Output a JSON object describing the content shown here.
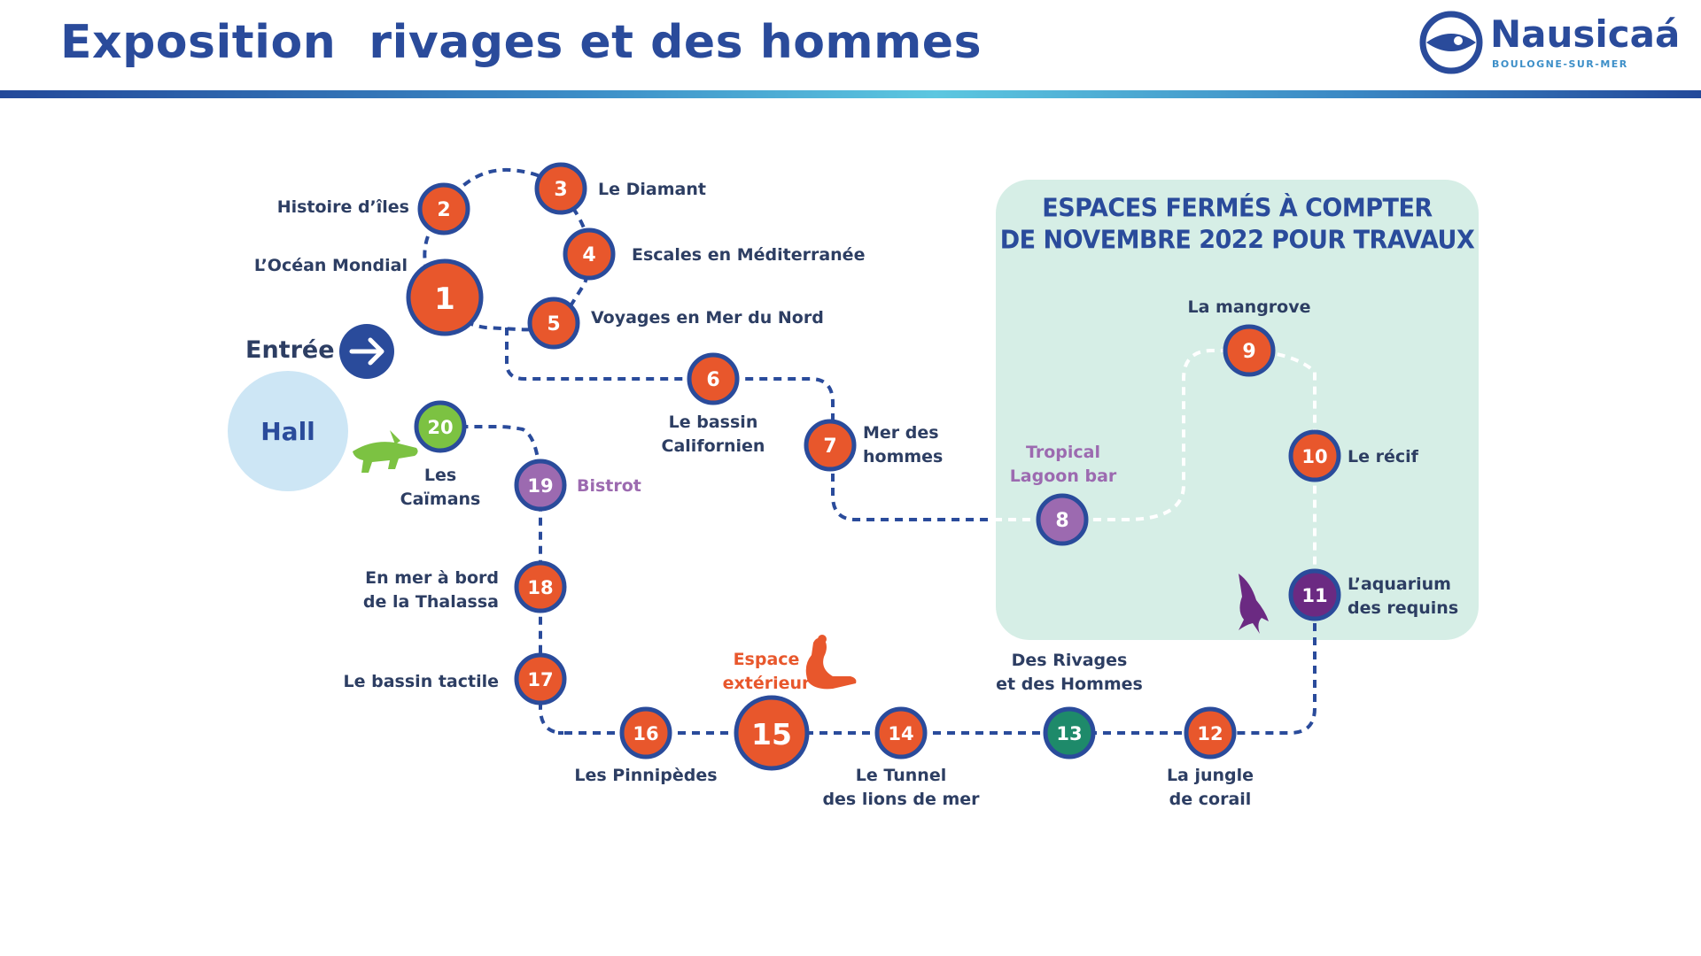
{
  "header": {
    "title": "Exposition  rivages et des hommes",
    "logo_text": "Nausicaá",
    "logo_subtext": "BOULOGNE-SUR-MER"
  },
  "closed_zone": {
    "title_line1": "ESPACES FERMÉS À COMPTER",
    "title_line2": "DE NOVEMBRE 2022 POUR TRAVAUX"
  },
  "entrance": {
    "label": "Entrée",
    "hall": "Hall"
  },
  "colors": {
    "title_blue": "#2a4b9b",
    "stop_orange": "#e8572c",
    "stop_border": "#2a4b9b",
    "stop_purple_light": "#9c6ab0",
    "stop_purple_dark": "#6b2a82",
    "stop_green": "#7cc242",
    "stop_teal": "#1e8a6a",
    "zone_bg": "#d6eee6",
    "hall_bg": "#cde6f5"
  },
  "stops": [
    {
      "number": "1",
      "label": "L’Océan Mondial",
      "color": "orange"
    },
    {
      "number": "2",
      "label": "Histoire d’îles",
      "color": "orange"
    },
    {
      "number": "3",
      "label": "Le Diamant",
      "color": "orange"
    },
    {
      "number": "4",
      "label": "Escales en Méditerranée",
      "color": "orange"
    },
    {
      "number": "5",
      "label": "Voyages en Mer du Nord",
      "color": "orange"
    },
    {
      "number": "6",
      "label": "Le bassin Californien",
      "color": "orange"
    },
    {
      "number": "7",
      "label": "Mer des hommes",
      "color": "orange"
    },
    {
      "number": "8",
      "label": "Tropical Lagoon bar",
      "color": "purple-light"
    },
    {
      "number": "9",
      "label": "La mangrove",
      "color": "orange"
    },
    {
      "number": "10",
      "label": "Le récif",
      "color": "orange"
    },
    {
      "number": "11",
      "label": "L’aquarium des requins",
      "color": "purple-dark"
    },
    {
      "number": "12",
      "label": "La jungle de corail",
      "color": "orange"
    },
    {
      "number": "13",
      "label": "Des Rivages et des Hommes",
      "color": "teal"
    },
    {
      "number": "14",
      "label": "Le Tunnel des lions de mer",
      "color": "orange"
    },
    {
      "number": "15",
      "label": "Espace extérieur",
      "color": "orange"
    },
    {
      "number": "16",
      "label": "Les Pinnipèdes",
      "color": "orange"
    },
    {
      "number": "17",
      "label": "Le bassin tactile",
      "color": "orange"
    },
    {
      "number": "18",
      "label": "En mer à bord de la Thalassa",
      "color": "orange"
    },
    {
      "number": "19",
      "label": "Bistrot",
      "color": "purple-light"
    },
    {
      "number": "20",
      "label": "Les Caïmans",
      "color": "green"
    }
  ],
  "labels": {
    "s1": "L’Océan Mondial",
    "s2": "Histoire d’îles",
    "s3": "Le Diamant",
    "s4": "Escales en Méditerranée",
    "s5": "Voyages en Mer du Nord",
    "s6_l1": "Le bassin",
    "s6_l2": "Californien",
    "s7_l1": "Mer des",
    "s7_l2": "hommes",
    "s8_l1": "Tropical",
    "s8_l2": "Lagoon bar",
    "s9": "La mangrove",
    "s10": "Le récif",
    "s11_l1": "L’aquarium",
    "s11_l2": "des requins",
    "s12_l1": "La jungle",
    "s12_l2": "de corail",
    "s13_l1": "Des Rivages",
    "s13_l2": "et des Hommes",
    "s14_l1": "Le Tunnel",
    "s14_l2": "des lions de mer",
    "s15_l1": "Espace",
    "s15_l2": "extérieur",
    "s16": "Les Pinnipèdes",
    "s17": "Le bassin tactile",
    "s18_l1": "En mer à bord",
    "s18_l2": "de la Thalassa",
    "s19": "Bistrot",
    "s20_l1": "Les",
    "s20_l2": "Caïmans"
  }
}
